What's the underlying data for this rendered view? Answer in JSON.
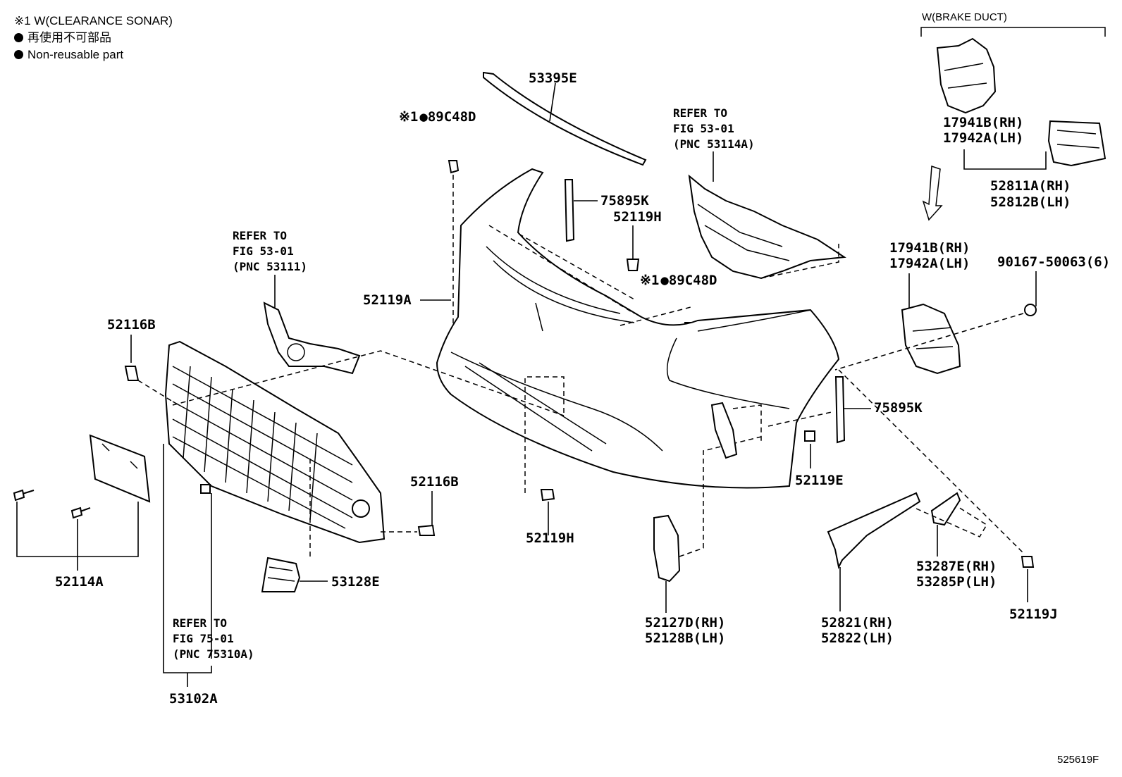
{
  "legend": {
    "clearance_note": "※1 W(CLEARANCE SONAR)",
    "non_reusable_jp": "再使用不可部品",
    "non_reusable_en": "Non-reusable part"
  },
  "group_header": "W(BRAKE DUCT)",
  "labels": {
    "p53395E": "53395E",
    "p89C48D_top": "89C48D",
    "p89C48D_mid": "89C48D",
    "note_mark": "※1",
    "p75895K_top": "75895K",
    "p52119H_top": "52119H",
    "p52119A": "52119A",
    "p52116B_left": "52116B",
    "p52116B_right": "52116B",
    "p52114A": "52114A",
    "p53128E": "53128E",
    "p53102A": "53102A",
    "p52119H_bottom": "52119H",
    "p52127D": "52127D(RH)",
    "p52128B": "52128B(LH)",
    "p52119E": "52119E",
    "p75895K_right": "75895K",
    "p52821": "52821(RH)",
    "p52822": "52822(LH)",
    "p53287E": "53287E(RH)",
    "p53285P": "53285P(LH)",
    "p52119J": "52119J",
    "p17941B_top": "17941B(RH)",
    "p17942A_top": "17942A(LH)",
    "p52811A": "52811A(RH)",
    "p52812B": "52812B(LH)",
    "p17941B_mid": "17941B(RH)",
    "p17942A_mid": "17942A(LH)",
    "p90167": "90167-50063(6)"
  },
  "refer_to": {
    "grille_refer": [
      "REFER TO",
      "FIG 53-01",
      "(PNC 53111)"
    ],
    "bracket_refer": [
      "REFER TO",
      "FIG 53-01",
      "(PNC 53114A)"
    ],
    "lamp_refer": [
      "REFER TO",
      "FIG 75-01",
      "(PNC 75310A)"
    ]
  },
  "figure_id": "525619F"
}
